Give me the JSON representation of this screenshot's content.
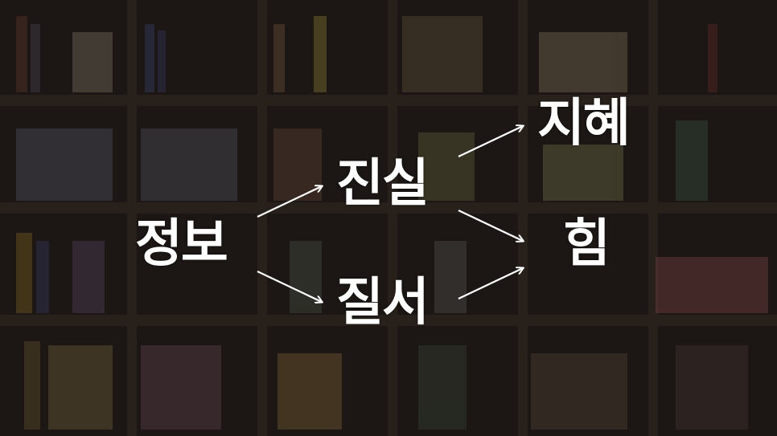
{
  "nodes": {
    "info": "정보",
    "truth": "진실",
    "order": "질서",
    "wisdom": "지혜",
    "power": "힘"
  },
  "edges": [
    {
      "from": "정보",
      "to": "진실"
    },
    {
      "from": "정보",
      "to": "질서"
    },
    {
      "from": "진실",
      "to": "지혜"
    },
    {
      "from": "진실",
      "to": "힘"
    },
    {
      "from": "질서",
      "to": "힘"
    }
  ],
  "colors": {
    "text": "#ffffff",
    "arrow": "#ffffff",
    "background": "#1c1714",
    "shelf": "#2a211b"
  }
}
